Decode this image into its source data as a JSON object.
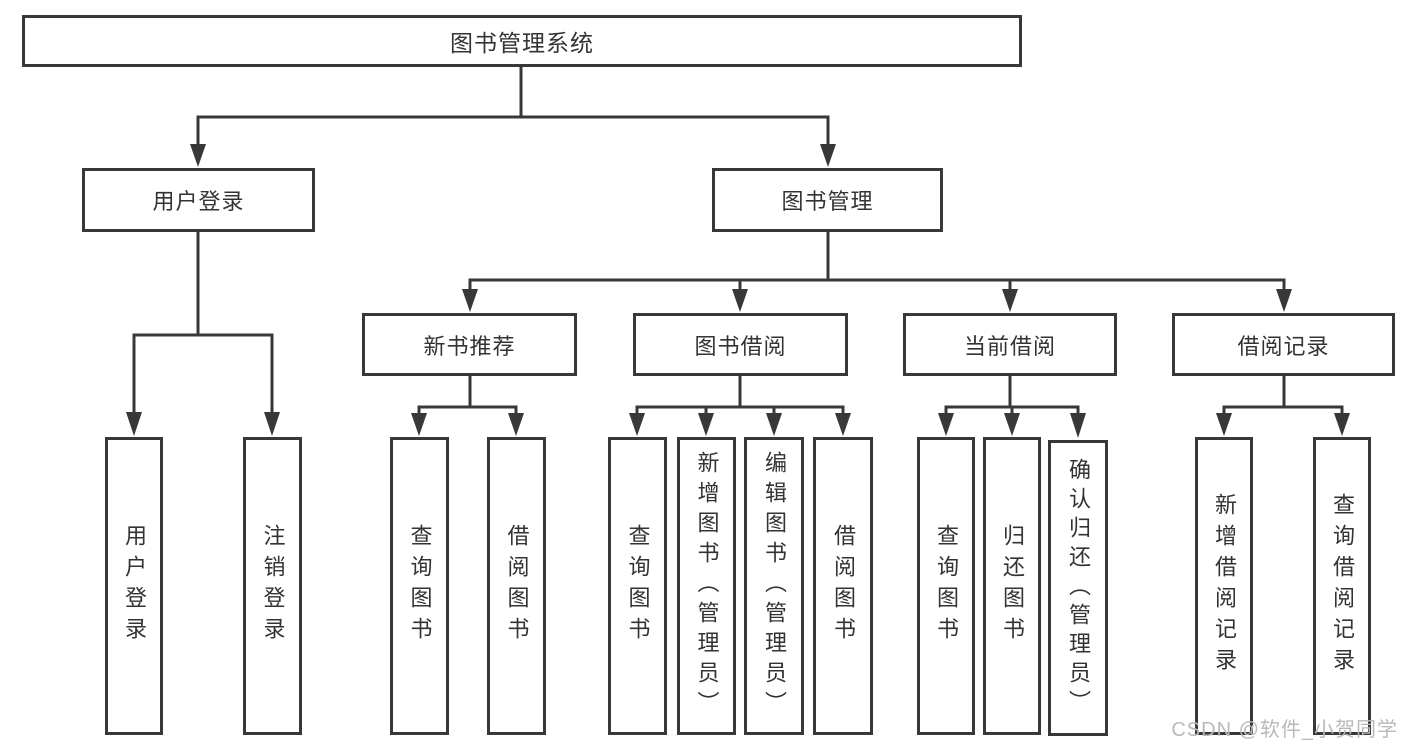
{
  "diagram": {
    "tree": {
      "label": "图书管理系统",
      "children": [
        {
          "label": "用户登录",
          "children": [
            {
              "label": "用户登录"
            },
            {
              "label": "注销登录"
            }
          ]
        },
        {
          "label": "图书管理",
          "children": [
            {
              "label": "新书推荐",
              "children": [
                {
                  "label": "查询图书"
                },
                {
                  "label": "借阅图书"
                }
              ]
            },
            {
              "label": "图书借阅",
              "children": [
                {
                  "label": "查询图书"
                },
                {
                  "label": "新增图书（管理员）"
                },
                {
                  "label": "编辑图书（管理员）"
                },
                {
                  "label": "借阅图书"
                }
              ]
            },
            {
              "label": "当前借阅",
              "children": [
                {
                  "label": "查询图书"
                },
                {
                  "label": "归还图书"
                },
                {
                  "label": "确认归还（管理员）"
                }
              ]
            },
            {
              "label": "借阅记录",
              "children": [
                {
                  "label": "新增借阅记录"
                },
                {
                  "label": "查询借阅记录"
                }
              ]
            }
          ]
        }
      ]
    }
  },
  "watermark": {
    "text": "CSDN @软件_小贺同学"
  },
  "colors": {
    "line": "#383838",
    "text": "#333333",
    "background": "#ffffff",
    "watermark": "#b9b9b9"
  }
}
